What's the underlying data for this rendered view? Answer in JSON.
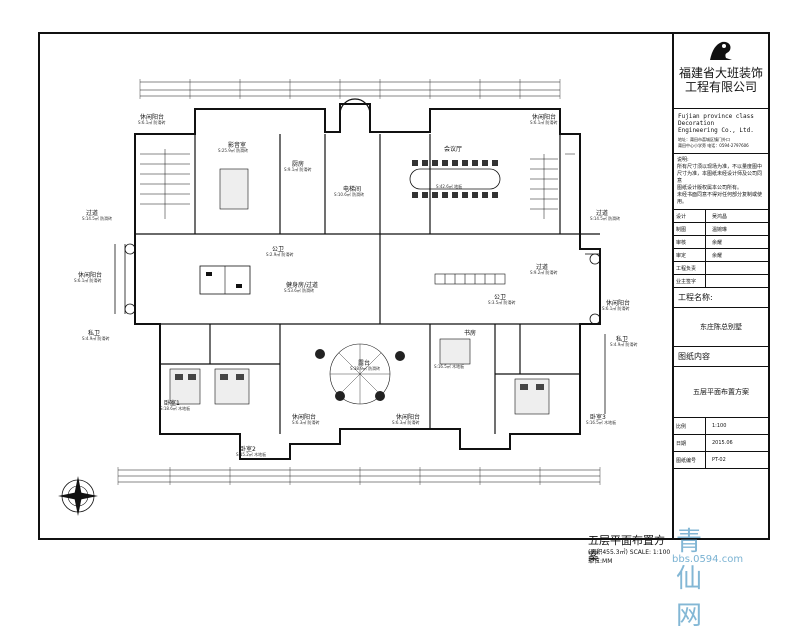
{
  "title_block": {
    "company_cn": "福建省大班装饰工程有限公司",
    "company_en_1": "Fujian province class Decoration",
    "company_en_2": "Engineering Co., Ltd.",
    "address": "地址：莆田市荔城区镇门外口",
    "phone": "莆田中心小学旁  电话：0594-2797606",
    "notes": [
      "说明:",
      "所有尺寸须以现场为准，不以量度图中",
      "尺寸为准，本图纸未经设计师及公司同意",
      "图纸设计版权属本公司所有。",
      "未经书面同意不得对任何部分复制或使用。"
    ],
    "rows": [
      {
        "key": "设计",
        "value": "吴鸿昌"
      },
      {
        "key": "制图",
        "value": "温婉琳"
      },
      {
        "key": "审核",
        "value": "余耀"
      },
      {
        "key": "审定",
        "value": "余耀"
      },
      {
        "key": "工程负责",
        "value": ""
      },
      {
        "key": "业主签字",
        "value": ""
      }
    ],
    "project_label": "工程名称:",
    "project_name": "东庄陈总别墅",
    "content_label": "图纸内容",
    "content_name": "五层平面布置方案",
    "bottom_rows": [
      {
        "key": "比例",
        "value": "1:100"
      },
      {
        "key": "日期",
        "value": "2015.06"
      },
      {
        "key": "图纸编号",
        "value": "PT-02"
      }
    ]
  },
  "drawing": {
    "title": "五层平面布置方案",
    "subtitle": "(面积455.3㎡) SCALE: 1:100  单位:MM",
    "rooms": [
      {
        "name": "影音室",
        "area": "S:25.9㎡ 防滑砖"
      },
      {
        "name": "厨房",
        "area": "S:9.1㎡ 防滑砖"
      },
      {
        "name": "电梯间",
        "area": "S:10.6㎡ 防滑砖"
      },
      {
        "name": "会议厅",
        "area": "S:42.6㎡ 地板"
      },
      {
        "name": "休闲阳台",
        "area": "S:6.1㎡ 防滑砖"
      },
      {
        "name": "休闲阳台",
        "area": "S:6.1㎡ 防滑砖"
      },
      {
        "name": "过道",
        "area": "S:14.5㎡ 防滑砖"
      },
      {
        "name": "过道",
        "area": "S:14.5㎡ 防滑砖"
      },
      {
        "name": "公卫",
        "area": "S:2.9㎡ 防滑砖"
      },
      {
        "name": "健身房/过道",
        "area": "S:53.6㎡ 防滑砖"
      },
      {
        "name": "过道",
        "area": "S:9.2㎡ 防滑砖"
      },
      {
        "name": "休闲阳台",
        "area": "S:6.1㎡ 防滑砖"
      },
      {
        "name": "休闲阳台",
        "area": "S:6.1㎡ 防滑砖"
      },
      {
        "name": "公卫",
        "area": "S:3.5㎡ 防滑砖"
      },
      {
        "name": "私卫",
        "area": "S:4.9㎡ 防滑砖"
      },
      {
        "name": "私卫",
        "area": "S:4.9㎡ 防滑砖"
      },
      {
        "name": "书房",
        "area": "S:16.5㎡ 木地板"
      },
      {
        "name": "露台",
        "area": "S:38.9㎡ 防滑砖"
      },
      {
        "name": "卧室1",
        "area": "S:18.6㎡ 木地板"
      },
      {
        "name": "卧室2",
        "area": "S:15.2㎡ 木地板"
      },
      {
        "name": "卧室3",
        "area": "S:16.5㎡ 木地板"
      },
      {
        "name": "休闲阳台",
        "area": "S:6.3㎡ 防滑砖"
      },
      {
        "name": "休闲阳台",
        "area": "S:6.3㎡ 防滑砖"
      }
    ]
  },
  "watermark": {
    "main": "青仙网",
    "url": "bbs.0594.com"
  }
}
